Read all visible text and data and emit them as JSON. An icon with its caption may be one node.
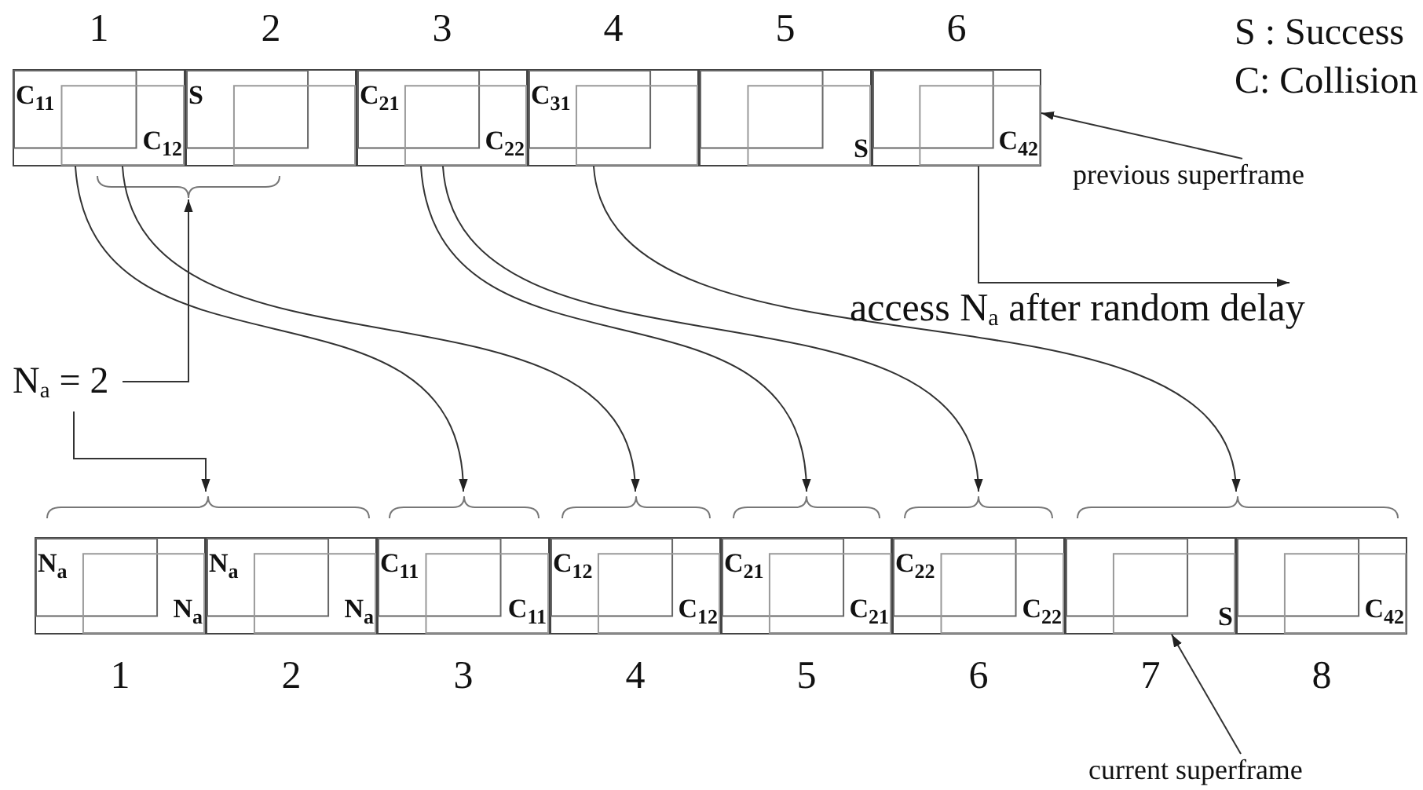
{
  "diagram": {
    "nodes": [
      {
        "text": [
          "1",
          "C$_{11}$",
          "C$_{12}$"
        ]
      },
      {
        "text": [
          "2",
          "S"
        ]
      },
      {
        "text": [
          "3",
          "C$_{21}$",
          "C$_{22}$"
        ]
      },
      {
        "text": [
          "4",
          "C$_{31}$"
        ]
      },
      {
        "text": [
          "5",
          "S"
        ]
      },
      {
        "text": [
          "6",
          "C$_{42}$"
        ]
      },
      {
        "text": [
          "1",
          "N$_{a}$",
          "N$_{a}$"
        ]
      },
      {
        "text": [
          "2",
          "N$_{a}$",
          "N$_{a}$"
        ]
      },
      {
        "text": [
          "3",
          "C$_{11}$",
          "C$_{11}$"
        ]
      },
      {
        "text": [
          "4",
          "C$_{12}$",
          "C$_{12}$"
        ]
      },
      {
        "text": [
          "5",
          "C$_{21}$",
          "C$_{21}$"
        ]
      },
      {
        "text": [
          "6",
          "C$_{22}$",
          "C$_{22}$"
        ]
      },
      {
        "text": [
          "7",
          "S"
        ]
      },
      {
        "text": [
          "8",
          "C$_{42}$"
        ]
      },
      {
        "text": [
          "N$_{a}$ = 2"
        ]
      },
      {
        "text": [
          "access N$_{a}$ after random delay"
        ]
      },
      {
        "text": [
          "previous superframe"
        ]
      },
      {
        "text": [
          "current superframe"
        ]
      }
    ],
    "edges": [
      {
        "from": 0,
        "to": 8,
        "arrow": "to"
      },
      {
        "from": 0,
        "to": 9,
        "arrow": "to"
      },
      {
        "from": 2,
        "to": 10,
        "arrow": "to"
      },
      {
        "from": 2,
        "to": 11,
        "arrow": "to"
      },
      {
        "from": 3,
        "to": 12,
        "arrow": "to"
      },
      {
        "from": 3,
        "to": 13,
        "arrow": "to"
      },
      {
        "from": 14,
        "to": 0,
        "arrow": "to"
      },
      {
        "from": 14,
        "to": 1,
        "arrow": "to"
      },
      {
        "from": 14,
        "to": 6,
        "arrow": "to"
      },
      {
        "from": 14,
        "to": 7,
        "arrow": "to"
      },
      {
        "from": 5,
        "to": 15,
        "arrow": "to"
      },
      {
        "from": 16,
        "to": 5,
        "arrow": "to"
      },
      {
        "from": 17,
        "to": 12,
        "arrow": "to"
      }
    ],
    "labels": [
      "S : Success",
      "C: Collision"
    ]
  }
}
